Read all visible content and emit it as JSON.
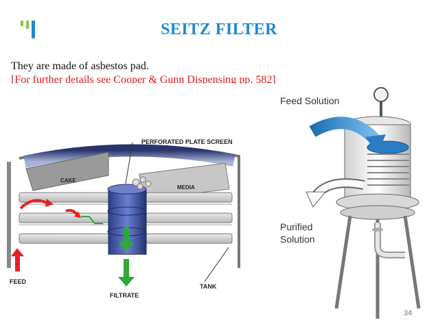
{
  "slide": {
    "title": "SEITZ FILTER",
    "line1": "They are made of asbestos pad.",
    "line2": "[For further details see Cooper & Gunn Dispensing pp. 582]",
    "page_number": "34",
    "accent_color": "#1e88d6",
    "logo": {
      "bar1_color": "#8bc34a",
      "bar2_color": "#1e88d6"
    }
  },
  "diagram_left": {
    "labels": {
      "perforated": "PERFORATED PLATE SCREEN",
      "cake": "CAKE",
      "media": "MEDIA",
      "feed": "FEED",
      "filtrate": "FILTRATE",
      "tank": "TANK"
    }
  },
  "diagram_right": {
    "labels": {
      "feed_solution": "Feed Solution",
      "purified_1": "Purified",
      "purified_2": "Solution"
    }
  }
}
